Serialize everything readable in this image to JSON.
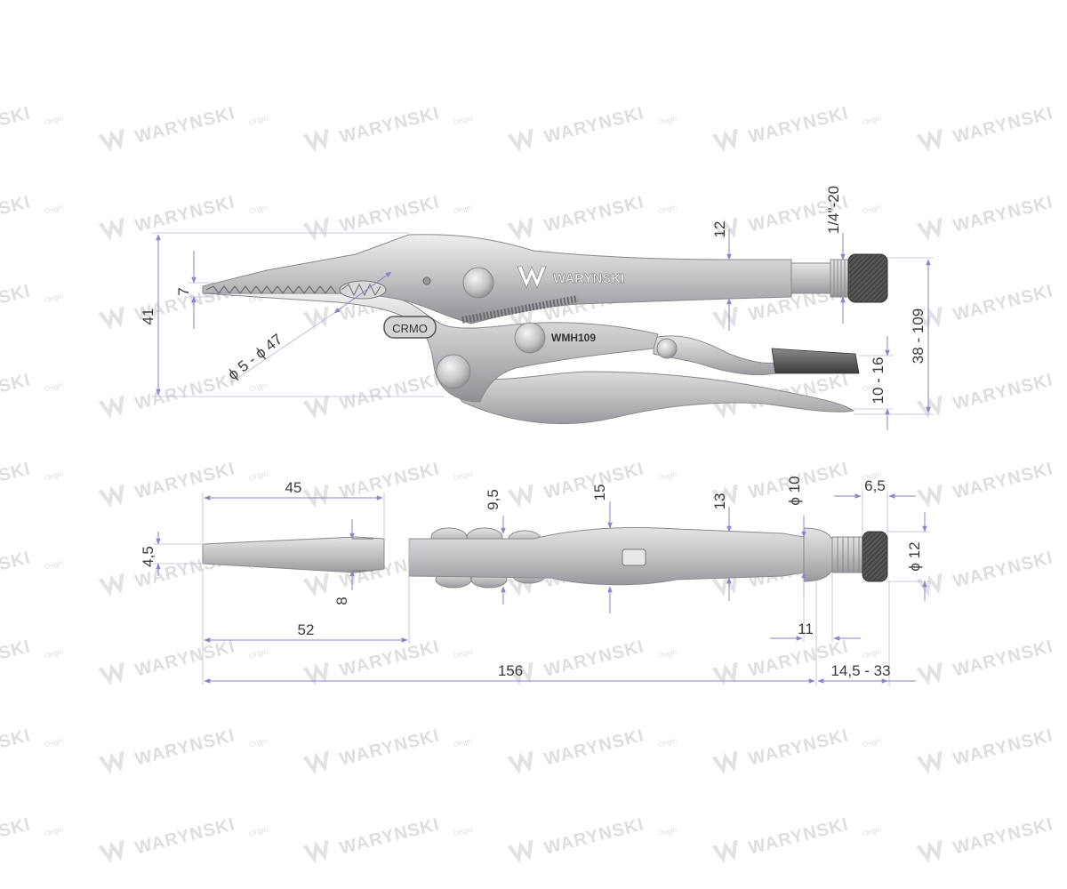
{
  "watermark": {
    "brand": "WARYNSKI",
    "tagline": "Origin"
  },
  "tool": {
    "brand": "WARYNSKI",
    "material": "CRMO",
    "model": "WMH109"
  },
  "colors": {
    "metal": "#c9c9cc",
    "metal_dark": "#8e8e92",
    "knob": "#555555",
    "dim_line": "#8a86c8",
    "watermark": "#dedede"
  },
  "dimensions": {
    "top": {
      "jaw_height": "7",
      "total_height": "41",
      "diameter_range": "ϕ 5 - ϕ 47",
      "shaft_height": "12",
      "thread": "1/4\"-20",
      "tip_opening": "10 - 16",
      "handle_span": "38 - 109"
    },
    "bottom": {
      "nose_length": "45",
      "tip_width": "4,5",
      "nose_base": "8",
      "jaw_length": "52",
      "body_a": "9,5",
      "body_b": "15",
      "body_c": "13",
      "screw_dia": "ϕ 10",
      "knob_offset": "6,5",
      "knob_dia": "ϕ 12",
      "screw_len": "11",
      "total_length": "156",
      "adjust_range": "14,5  - 33"
    }
  }
}
